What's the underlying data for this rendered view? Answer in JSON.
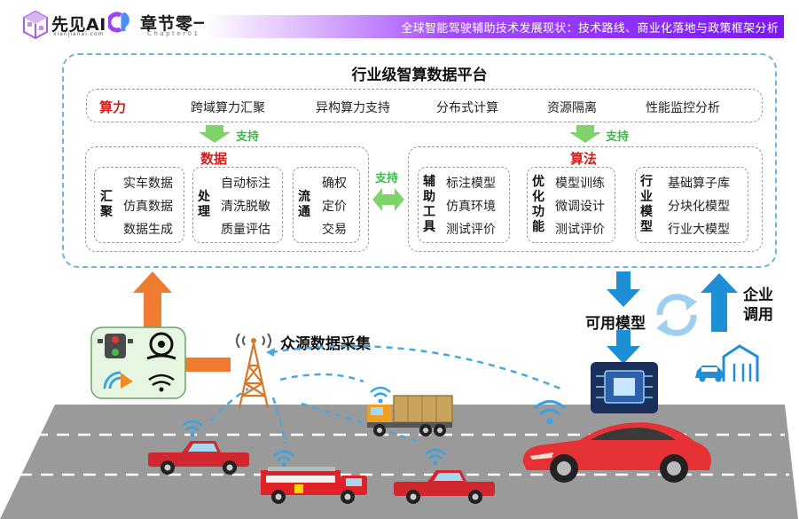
{
  "header": {
    "brand_name": "先见AI",
    "brand_url": "xianjianai.com",
    "chapter_name": "章节零一",
    "chapter_sub": "Chapter01",
    "title": "全球智能驾驶辅助技术发展现状：技术路线、商业化落地与政策框架分析"
  },
  "platform": {
    "title": "行业级智算数据平台",
    "compute": {
      "head": "算力",
      "items": [
        "跨域算力汇聚",
        "异构算力支持",
        "分布式计算",
        "资源隔离",
        "性能监控分析"
      ]
    },
    "support_left": "支持",
    "support_right": "支持",
    "support_mid": "支持",
    "data": {
      "head": "数据",
      "groups": [
        {
          "label": "汇聚",
          "items": [
            "实车数据",
            "仿真数据",
            "数据生成"
          ]
        },
        {
          "label": "处理",
          "items": [
            "自动标注",
            "清洗脱敏",
            "质量评估"
          ]
        },
        {
          "label": "流通",
          "items": [
            "确权",
            "定价",
            "交易"
          ]
        }
      ]
    },
    "algorithm": {
      "head": "算法",
      "groups": [
        {
          "label": "辅助工具",
          "items": [
            "标注模型",
            "仿真环境",
            "测试评价"
          ]
        },
        {
          "label": "优化功能",
          "items": [
            "模型训练",
            "微调设计",
            "测试评价"
          ]
        },
        {
          "label": "行业模型",
          "items": [
            "基础算子库",
            "分块化模型",
            "行业大模型"
          ]
        }
      ]
    }
  },
  "bottom": {
    "crowd_label": "众源数据采集",
    "usable_label": "可用模型",
    "enterprise_label": "企业调用"
  },
  "colors": {
    "accent_red": "#d61b1b",
    "support_green": "#3db84a",
    "dash_blue": "#6db4de",
    "orange_arrow": "#ee7b30",
    "blue_arrow": "#1e8fd6",
    "title_purple": "#7a17f5"
  }
}
